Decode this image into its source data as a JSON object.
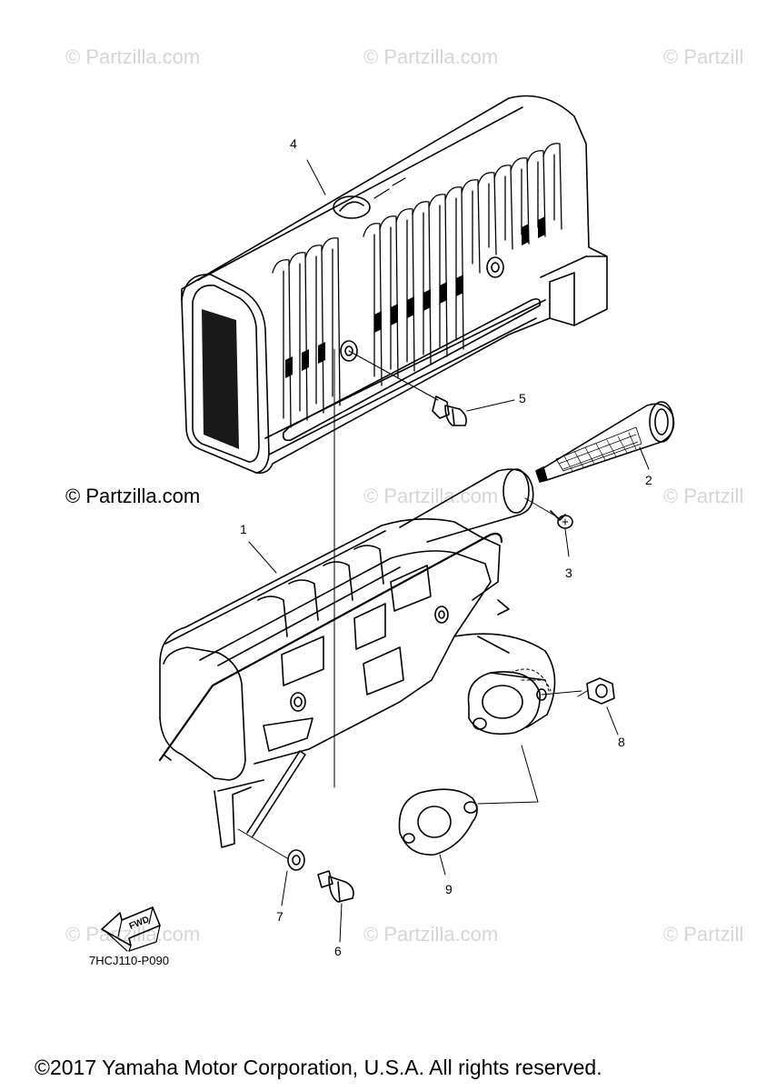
{
  "watermarks": {
    "text": "© Partzilla.com",
    "partial": "© Partzill"
  },
  "brand_watermark": "© Partzilla.com",
  "callouts": {
    "c1": "1",
    "c2": "2",
    "c3": "3",
    "c4": "4",
    "c5": "5",
    "c6": "6",
    "c7": "7",
    "c8": "8",
    "c9": "9"
  },
  "fwd_label": "FWD",
  "diagram_code": "7HCJ110-P090",
  "copyright": "©2017 Yamaha Motor Corporation, U.S.A. All rights reserved.",
  "colors": {
    "line": "#000000",
    "watermark": "#d6d6d6",
    "background": "#ffffff"
  }
}
